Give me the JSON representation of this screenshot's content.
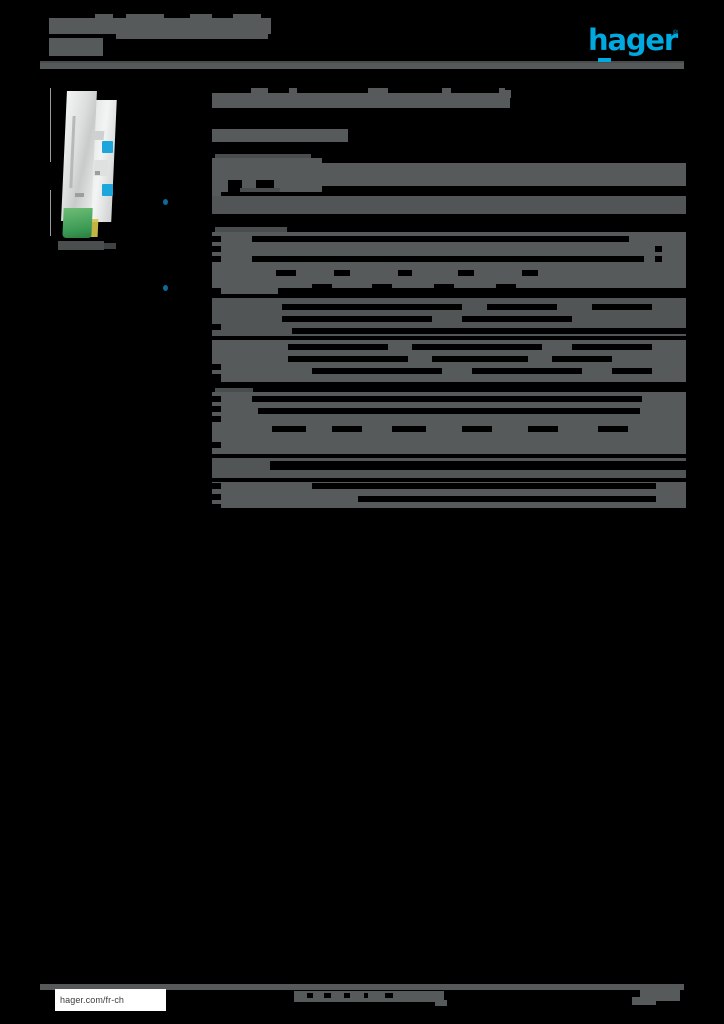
{
  "document": {
    "kind": "product-datasheet",
    "brand": "hager",
    "brand_color": "#00a9e0",
    "page_background": "#000000",
    "redaction_color": "#575a5a",
    "title": {
      "line1": "",
      "line2": "",
      "subtitle": ""
    },
    "logo": {
      "text": "hager",
      "trademark": "®"
    }
  },
  "product": {
    "caption": "",
    "image_alt": "modular DIN-rail device",
    "dimension_marks": 2
  },
  "main": {
    "section_heading": "",
    "section_heading_suffix": "+",
    "subheading": "",
    "tables": [
      {
        "id": "table-1",
        "header": "",
        "rows": [
          {
            "label": "",
            "value": ""
          },
          {
            "label": "",
            "value": ""
          }
        ]
      },
      {
        "id": "table-2",
        "header": "",
        "rows": [
          {
            "label": "",
            "value": ""
          },
          {
            "label": "",
            "value": ""
          },
          {
            "label": "",
            "value": ""
          }
        ]
      },
      {
        "id": "table-3",
        "header": "",
        "rows": [
          {
            "label": "",
            "value": ""
          },
          {
            "label": "",
            "value": ""
          },
          {
            "label": "",
            "value": ""
          }
        ]
      }
    ]
  },
  "footer": {
    "url": "hager.com/fr-ch",
    "center_text": "",
    "page_number": ""
  }
}
